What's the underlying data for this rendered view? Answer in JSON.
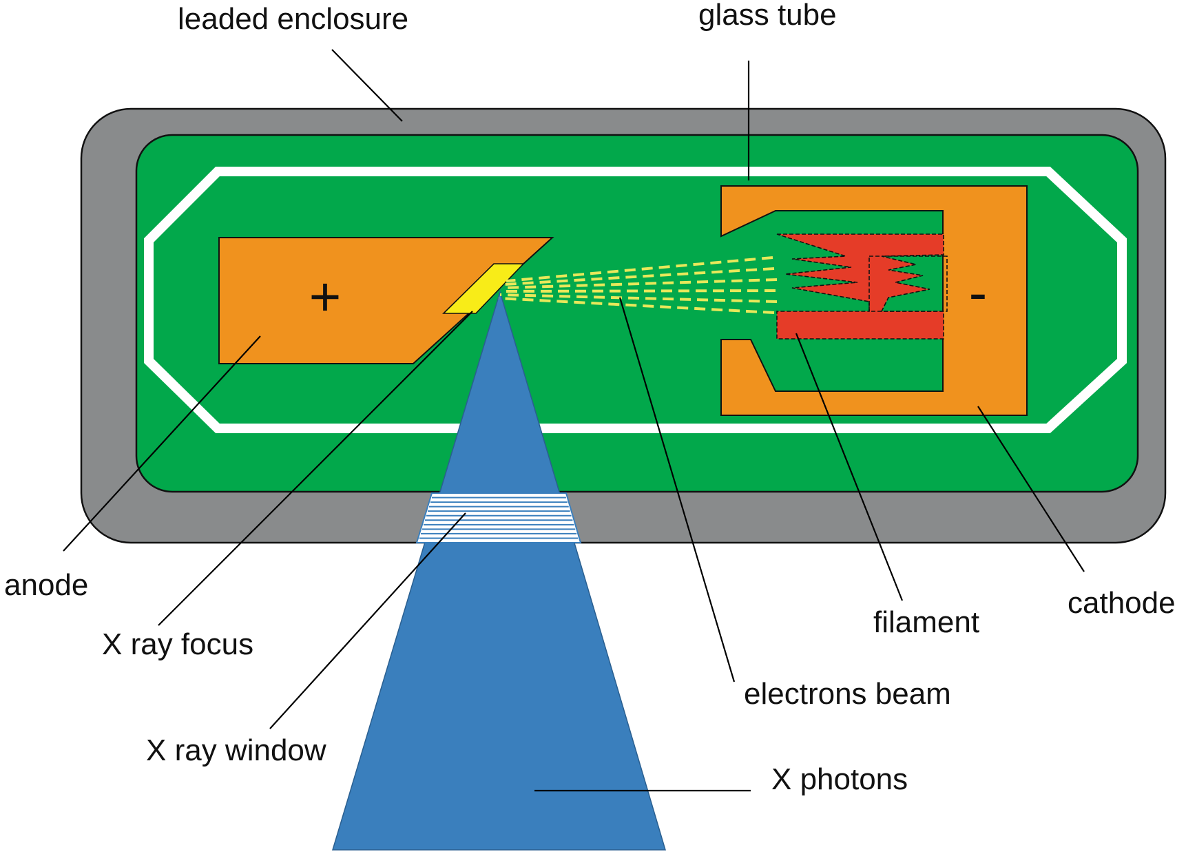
{
  "labels": {
    "leaded_enclosure": "leaded enclosure",
    "glass_tube": "glass tube",
    "anode": "anode",
    "x_ray_focus": "X ray focus",
    "x_ray_window": "X ray window",
    "electrons_beam": "electrons beam",
    "filament": "filament",
    "cathode": "cathode",
    "x_photons": "X photons"
  },
  "signs": {
    "anode": "+",
    "cathode": "-"
  },
  "colors": {
    "enclosure": "#898b8c",
    "vacuum": "#02a84b",
    "glass": "#ffffff",
    "anode": "#f0921e",
    "cathode": "#f0921e",
    "filament": "#e53c28",
    "focus": "#f8ec18",
    "beam": "#e8e85a",
    "x_photons": "#3a7fbd",
    "window_lines": "#3a7fbd"
  }
}
